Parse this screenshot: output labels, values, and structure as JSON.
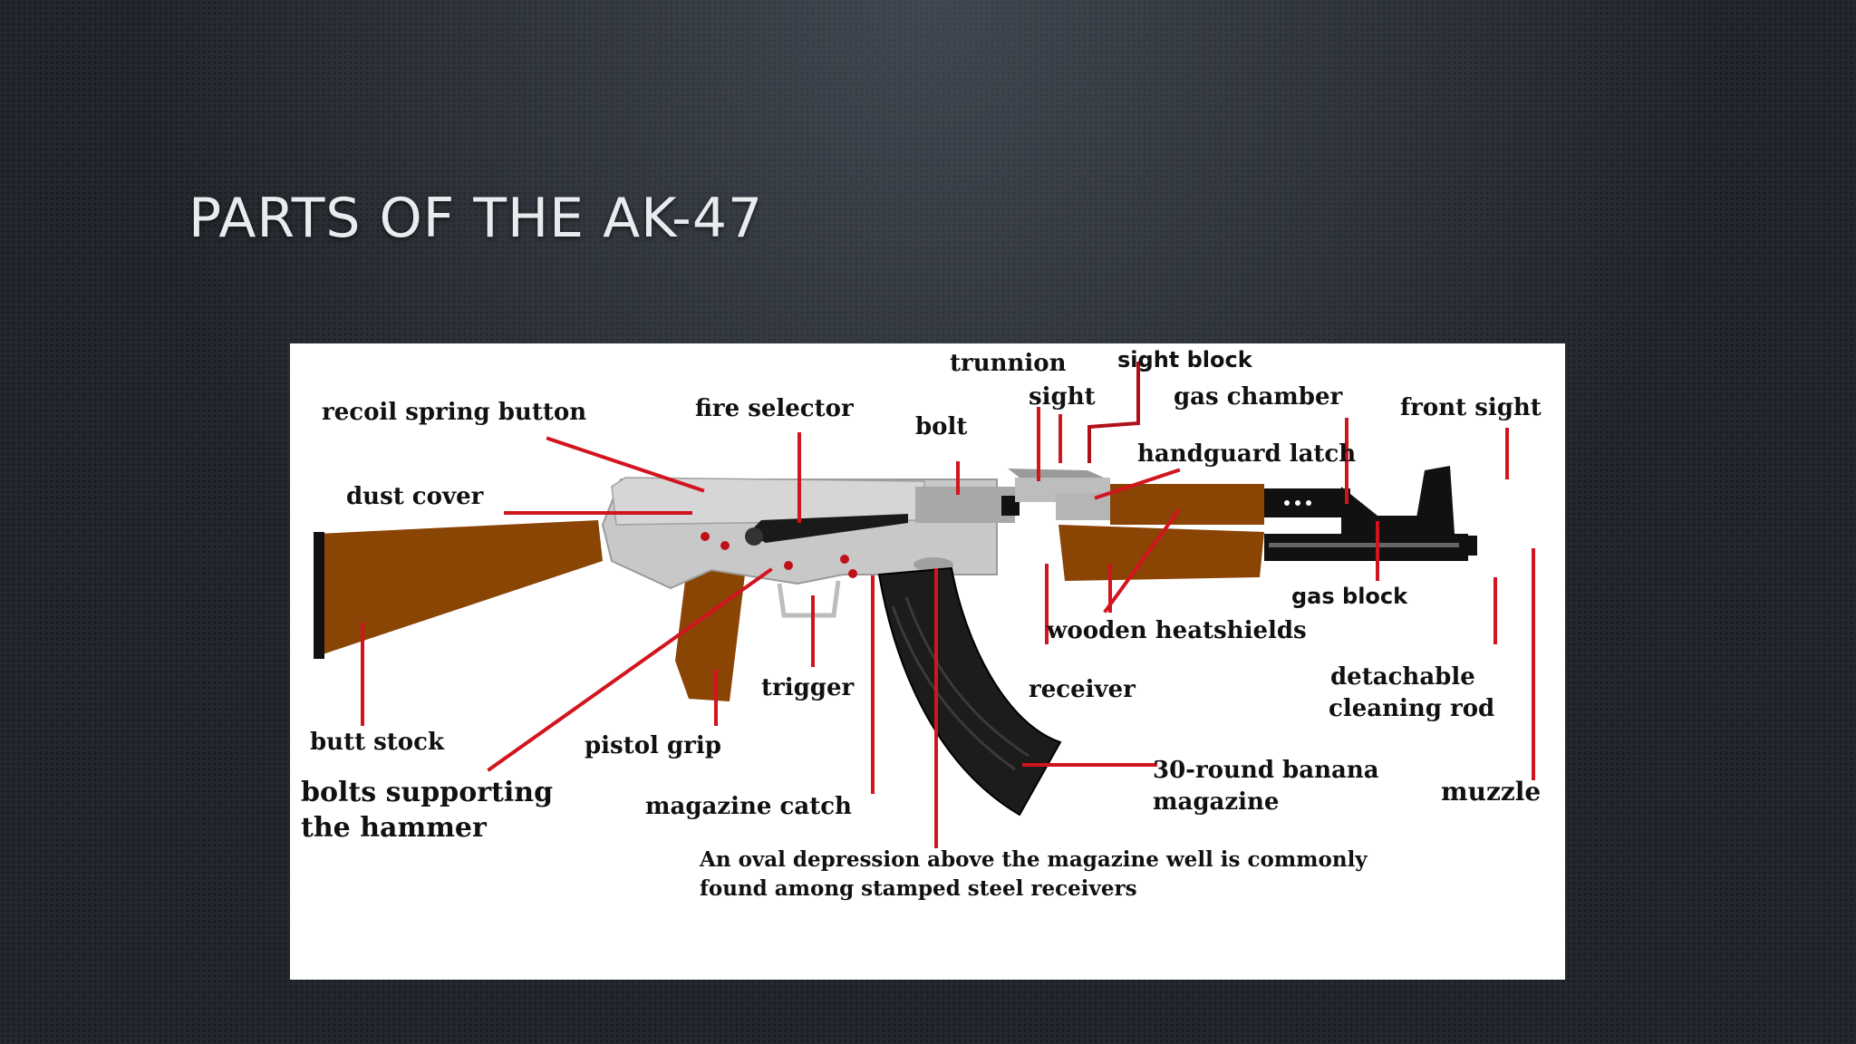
{
  "slide": {
    "title": "PARTS OF THE AK-47"
  },
  "diagram": {
    "labels": {
      "trunnion": "trunnion",
      "sight_block": "sight block",
      "sight": "sight",
      "gas_chamber": "gas chamber",
      "recoil_spring_button": "recoil spring button",
      "fire_selector": "fire selector",
      "bolt": "bolt",
      "front_sight": "front sight",
      "handguard_latch": "handguard latch",
      "dust_cover": "dust cover",
      "gas_block": "gas block",
      "wooden_heatshields": "wooden heatshields",
      "trigger": "trigger",
      "receiver": "receiver",
      "detachable_cleaning_rod_1": "detachable",
      "detachable_cleaning_rod_2": "cleaning rod",
      "butt_stock": "butt stock",
      "pistol_grip": "pistol grip",
      "magazine_1": "30-round banana",
      "magazine_2": "magazine",
      "bolts_hammer_1": "bolts supporting",
      "bolts_hammer_2": "the hammer",
      "muzzle": "muzzle",
      "magazine_catch": "magazine catch"
    },
    "note_line_1": "An oval depression above the magazine well is commonly",
    "note_line_2": "found among stamped steel receivers",
    "colors": {
      "wood": "#8a4404",
      "steel": "#c8c8c8",
      "black": "#111111",
      "pointer": "#d2141e"
    }
  }
}
